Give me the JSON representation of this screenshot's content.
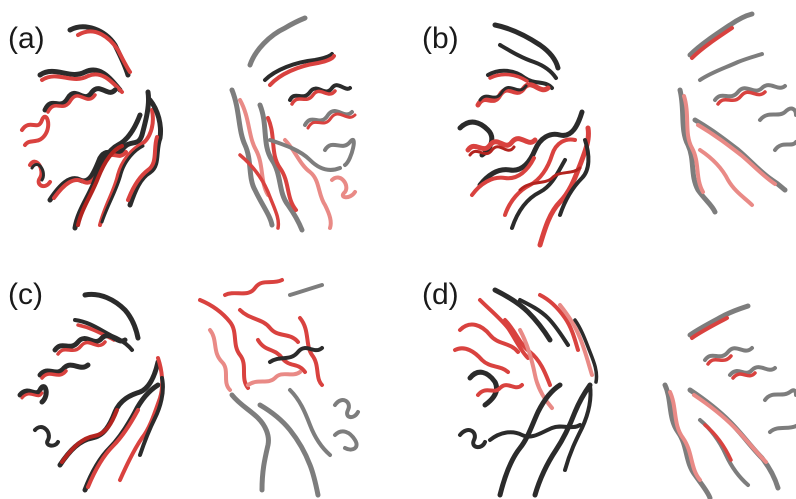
{
  "panels": [
    {
      "label": "(a)"
    },
    {
      "label": "(b)"
    },
    {
      "label": "(c)"
    },
    {
      "label": "(d)"
    }
  ],
  "colors": {
    "dark_strand": "#2b2b2b",
    "gray_strand": "#7d7d7d",
    "red_strand": "#d9423f",
    "dark_red_strand": "#b3241f",
    "pale_red_strand": "#e98a86",
    "background": "#ffffff"
  }
}
